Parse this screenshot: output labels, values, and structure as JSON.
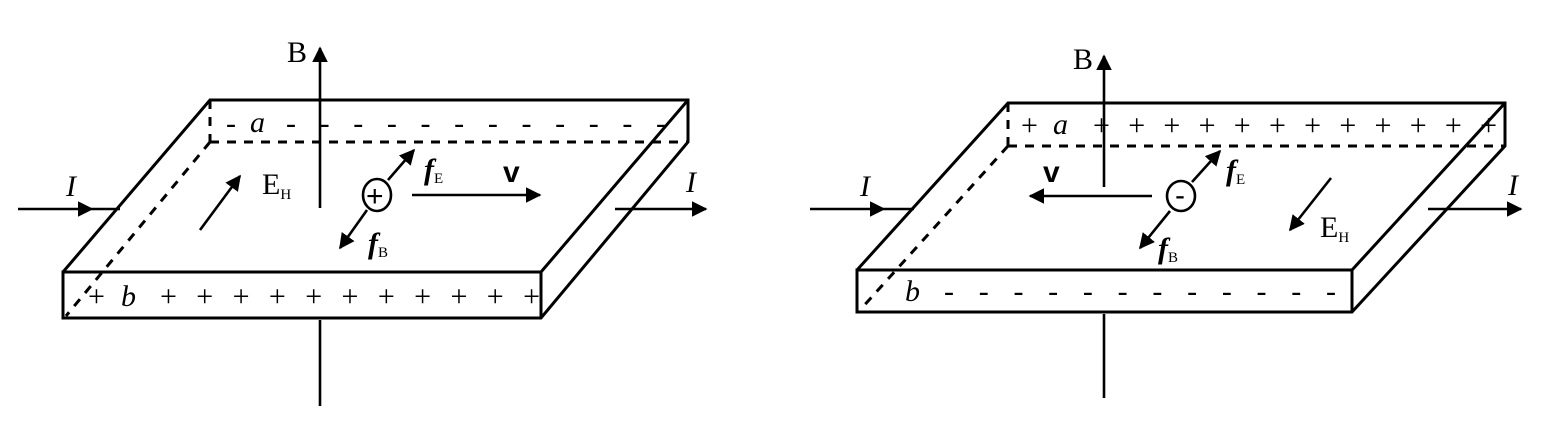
{
  "left": {
    "B": "B",
    "a": "a",
    "b": "b",
    "I_in": "I",
    "I_out": "I",
    "E": "E",
    "E_sub": "H",
    "fE": "f",
    "fE_sub": "E",
    "fB": "f",
    "fB_sub": "B",
    "v": "v",
    "carrier": "+",
    "top_edge_charges": "-  -  -  -  -  -  -  -  -  -  -  -",
    "top_pre": "-",
    "top_post": "-",
    "bottom_pre": "+",
    "bottom_charges": "+ + + + + + + + + + +"
  },
  "right": {
    "B": "B",
    "a": "a",
    "b": "b",
    "I_in": "I",
    "I_out": "I",
    "E": "E",
    "E_sub": "H",
    "fE": "f",
    "fE_sub": "E",
    "fB": "f",
    "fB_sub": "B",
    "v": "v",
    "carrier": "-",
    "top_pre": "+",
    "top_charges": "+ + + + + + + + + + + +",
    "bottom_charges": "-  -  -  -  -  -  -  -  -  -  -  -"
  }
}
